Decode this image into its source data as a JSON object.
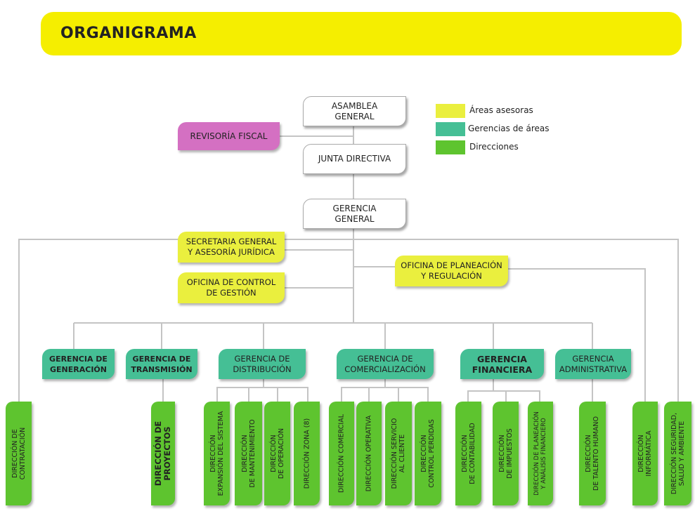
{
  "header": {
    "title": "ORGANIGRAMA"
  },
  "colors": {
    "banner": "#f5ee00",
    "advisory": "#eaef3e",
    "management": "#45bf95",
    "directorate": "#5ec42f",
    "fiscal": "#d470c2",
    "line": "#c4c4c4"
  },
  "legend": [
    {
      "label": "Áreas asesoras",
      "color": "#eaef3e"
    },
    {
      "label": "Gerencias de áreas",
      "color": "#45bf95"
    },
    {
      "label": "Direcciones",
      "color": "#5ec42f"
    }
  ],
  "top": {
    "asamblea": "ASAMBLEA\nGENERAL",
    "revisoria": "REVISORÍA FISCAL",
    "junta": "JUNTA DIRECTIVA",
    "gerencia_general": "GERENCIA\nGENERAL"
  },
  "advisory": {
    "secretaria": "SECRETARIA GENERAL\nY ASESORÍA JURÍDICA",
    "control": "OFICINA DE CONTROL\nDE GESTIÓN",
    "planeacion": "OFICINA DE PLANEACIÓN\nY REGULACIÓN"
  },
  "gerencias": {
    "generacion": "GERENCIA DE\nGENERACIÓN",
    "transmision": "GERENCIA DE\nTRANSMISIÓN",
    "distribucion": "GERENCIA DE\nDISTRIBUCIÓN",
    "comercializacion": "GERENCIA DE\nCOMERCIALIZACIÓN",
    "financiera": "GERENCIA\nFINANCIERA",
    "administrativa": "GERENCIA\nADMINISTRATIVA"
  },
  "direcciones": {
    "contratacion": "DIRECCIÓN DE\nCONTRATACIÓN",
    "proyectos": "DIRECCIÓN DE\nPROYECTOS",
    "expansion": "DIRECCIÓN\nEXPANSIÓN DEL SISTEMA",
    "mantenimiento": "DIRECCIÓN\nDE MANTENIMIENTO",
    "operacion": "DIRECCIÓN\nDE OPERACIÓN",
    "zona": "DIRECCIÓN ZONA (8)",
    "comercial": "DIRECCIÓN COMERCIAL",
    "operativa": "DIRECCIÓN OPERATIVA",
    "servicio": "DIRECCIÓN SERVICIO\nAL CLIENTE",
    "perdidas": "DIRECCIÓN\nCONTROL PERDIDAS",
    "contabilidad": "DIRECCIÓN\nDE CONTABILIDAD",
    "impuestos": "DIRECCIÓN\nDE IMPUESTOS",
    "planeacion_fin": "DIRECCIÓN DE PLANEACIÓN\nY ANÁLISIS FINANCIERO",
    "talento": "DIRECCIÓN\nDE TALENTO HUMANO",
    "informatica": "DIRECCIÓN\nINFORMÁTICA",
    "seguridad": "DIRECCIÓN SEGURIDAD,\nSALUD Y AMBIENTE"
  }
}
